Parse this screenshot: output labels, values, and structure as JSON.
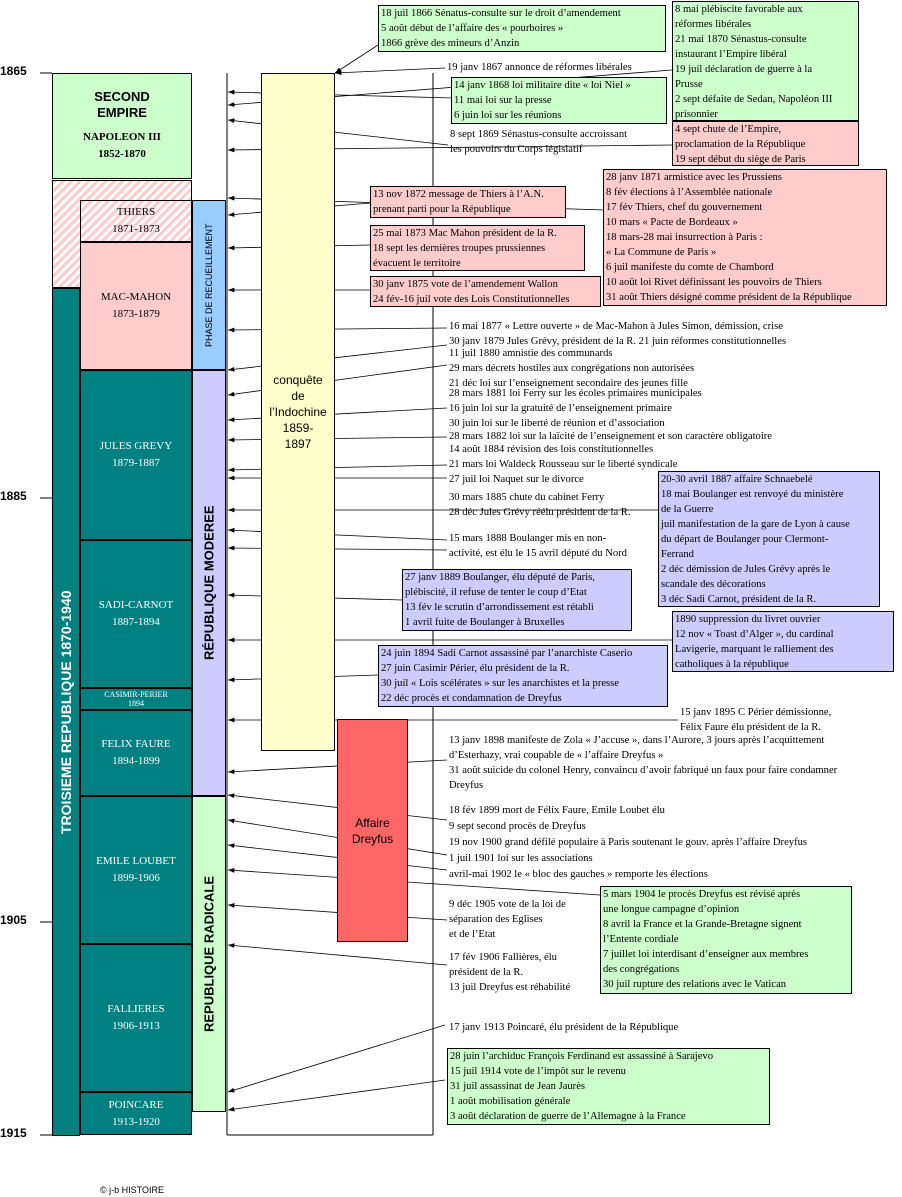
{
  "years": {
    "y1865": "1865",
    "y1885": "1885",
    "y1905": "1905",
    "y1915": "1915"
  },
  "second_empire": {
    "title1": "SECOND",
    "title2": "EMPIRE",
    "name": "NAPOLEON III",
    "dates": "1852-1870"
  },
  "third_republic": "TROISIEME REPUBLIQUE 1870-1940",
  "phases": {
    "recueil": "PHASE DE RECUEILLEMENT",
    "moderee": "RÉPUBLIQUE MODEREE",
    "radicale": "REPUBLIQUE RADICALE"
  },
  "presidents": [
    {
      "name": "THIERS",
      "dates": "1871-1873"
    },
    {
      "name": "MAC-MAHON",
      "dates": "1873-1879"
    },
    {
      "name": "JULES GREVY",
      "dates": "1879-1887"
    },
    {
      "name": "SADI-CARNOT",
      "dates": "1887-1894"
    },
    {
      "name": "CASIMIR-PERIER",
      "dates": "1894"
    },
    {
      "name": "FELIX FAURE",
      "dates": "1894-1899"
    },
    {
      "name": "EMILE LOUBET",
      "dates": "1899-1906"
    },
    {
      "name": "FALLIERES",
      "dates": "1906-1913"
    },
    {
      "name": "POINCARE",
      "dates": "1913-1920"
    }
  ],
  "indochine": {
    "l1": "conquête",
    "l2": "de",
    "l3": "l’Indochine",
    "l4": "1859-",
    "l5": "1897"
  },
  "dreyfus": {
    "l1": "Affaire",
    "l2": "Dreyfus"
  },
  "copyright": "© j-b HISTOIRE",
  "colors": {
    "green": "#ccffcc",
    "pink": "#ffcccc",
    "teal": "#008080",
    "lavender": "#ccccff",
    "blue": "#99ccff",
    "yellow": "#ffffcc",
    "red": "#ff6666"
  },
  "events": {
    "e1866": [
      "18 juil 1866 Sénatus-consulte sur le droit d’amendement",
      "5 août début de l’affaire des « pourboires »",
      "1866 grève des mineurs d’Anzin"
    ],
    "e1867": [
      "19 janv 1867 annonce de réformes libérales"
    ],
    "e1868": [
      "14 janv 1868 loi militaire dite « loi Niel »",
      "11 mai loi sur la presse",
      "6 juin loi sur les réunions"
    ],
    "e1869a": [
      "8 mai plébiscite favorable aux",
      "réformes libérales",
      "21 mai 1870 Sénastus-consulte",
      "instaurant l’Empire libéral",
      "19 juil déclaration de guerre à la",
      "Prusse",
      "2 sept défaite de Sedan, Napoléon III",
      "prisonnier"
    ],
    "e1869b": [
      "8 sept 1869 Sénastus-consulte accroissant",
      "les pouvoirs du Corps législatif"
    ],
    "e1870": [
      "4 sept chute de l’Empire,",
      "proclamation de la République",
      "19 sept début du siège de Paris"
    ],
    "e1871": [
      "28 janv 1871 armistice avec les Prussiens",
      "8 fév élections à l’Assemblée nationale",
      "17 fév Thiers, chef du gouvernement",
      "10 mars « Pacte de Bordeaux »",
      "18 mars-28 mai insurrection à Paris :",
      "« La Commune de Paris »",
      "6 juil manifeste du comte de Chambord",
      "10 août loi Rivet définissant les pouvoirs de Thiers",
      "31 août Thiers désigné comme président de la République"
    ],
    "e1872": [
      "13 nov 1872 message de Thiers à l’A.N.",
      "prenant parti pour la République"
    ],
    "e1873": [
      "25 mai 1873 Mac Mahon président de la R.",
      "18 sept les dernières troupes prussiennes",
      "évacuent le territoire"
    ],
    "e1875": [
      "30 janv 1875 vote de l’amendement Wallon",
      "24 fév-16 juil vote des Lois Constitutionnelles"
    ],
    "e1877": [
      "16 mai 1877 « Lettre ouverte » de Mac-Mahon à Jules Simon, démission, crise",
      "30 janv 1879 Jules Grévy, président de la R. 21 juin réformes constitutionnelles"
    ],
    "e1880": [
      "11 juil 1880 amnistie des communards",
      "29 mars décrets hostiles aux congrégations non autorisées",
      "21 déc loi sur l’enseignement secondaire des jeunes fille"
    ],
    "e1881": [
      "28 mars 1881 loi Ferry sur les écoles primaires municipales",
      "16 juin loi sur la gratuité de l’enseignement primaire",
      "30 juin loi sur le liberté de réunion et d’association"
    ],
    "e1882": [
      "28 mars 1882 loi sur la laïcité de l’enseignement et son caractère obligatoire"
    ],
    "e1884": [
      "14 août 1884 révision des lois constitutionnelles",
      "21 mars loi Waldeck Rousseau sur le liberté syndicale",
      "27 juil loi Naquet sur le divorce"
    ],
    "e1887": [
      "20-30 avril 1887 affaire Schnaebelé",
      "18 mai Boulanger est renvoyé du ministère",
      "de la Guerre",
      "juil manifestation de la gare de Lyon à cause",
      "du départ de Boulanger pour Clermont-",
      "Ferrand",
      "2 déc démission de Jules Grévy après le",
      "scandale des décorations",
      "3 déc Sadi Carnot, président de la R."
    ],
    "e1885": [
      "30 mars 1885 chute du cabinet Ferry",
      "28 déc Jules Grévy réélu président de la R."
    ],
    "e1888": [
      "15 mars 1888 Boulanger mis en non-",
      "activité, est élu le 15 avril député du Nord"
    ],
    "e1889": [
      "27 janv 1889 Boulanger, élu député de Paris,",
      "plébiscité, il refuse de tenter le coup d’Etat",
      "13 fév le scrutin d’arrondissement est rétabli",
      "1 avril fuite de Boulanger à Bruxelles"
    ],
    "e1890": [
      "1890 suppression du livret ouvrier",
      "12 nov « Toast d’Alger », du cardinal",
      "Lavigerie, marquant le ralliement des",
      "catholiques à la république"
    ],
    "e1894": [
      "24 juin 1894 Sadi Carnot assassiné par l’anarchiste Caserio",
      "27 juin Casimir Périer, élu président de la R.",
      "30 juil « Lois scélérates » sur les anarchistes et la presse",
      "22 déc procès et condamnation de Dreyfus"
    ],
    "e1895": [
      "15 janv 1895 C Périer démissionne,",
      "Félix Faure élu président de la R."
    ],
    "e1898": [
      "13 janv 1898 manifeste de Zola « J’accuse », dans l’Aurore, 3 jours après l’acquittement",
      "d’Esterhazy, vrai coupable de « l’affaire Dreyfus »",
      "31 août suicide du colonel Henry, convaincu d’avoir fabriqué un faux pour faire condamner",
      "Dreyfus"
    ],
    "e1899": [
      "18 fév 1899 mort de Félix Faure, Emile Loubet élu",
      "9 sept second procès de Dreyfus",
      "19 nov 1900 grand défilé populaire à Paris soutenant le gouv. après l’affaire Dreyfus",
      "1 juil 1901 loi sur les associations",
      "avril-mai 1902 le « bloc des gauches » remporte les élections"
    ],
    "e1904": [
      "5 mars 1904 le procès Dreyfus est révisé après",
      "une longue campagne d’opinion",
      "8 avril la France et la Grande-Bretagne signent",
      "l’Entente cordiale",
      "7 juillet loi interdisant d’enseigner aux membres",
      "des congrégations",
      "30 juil rupture des relations avec le Vatican"
    ],
    "e1905": [
      "9 déc 1905 vote de la loi de",
      "séparation des Eglises",
      "et de l’Etat"
    ],
    "e1906": [
      "17 fév 1906 Fallières, élu",
      "président de la R.",
      "13 juil Dreyfus est réhabilité"
    ],
    "e1913": [
      "17 janv 1913 Poincaré, élu président de la République"
    ],
    "e1914": [
      "28 juin l’archiduc François Ferdinand est assassiné à Sarajevo",
      "15 juil 1914 vote de l’impôt sur le revenu",
      "31 juil assassinat de Jean Jaurès",
      "1 août mobilisation générale",
      "3 août déclaration de guerre de l’Allemagne à la France"
    ]
  }
}
